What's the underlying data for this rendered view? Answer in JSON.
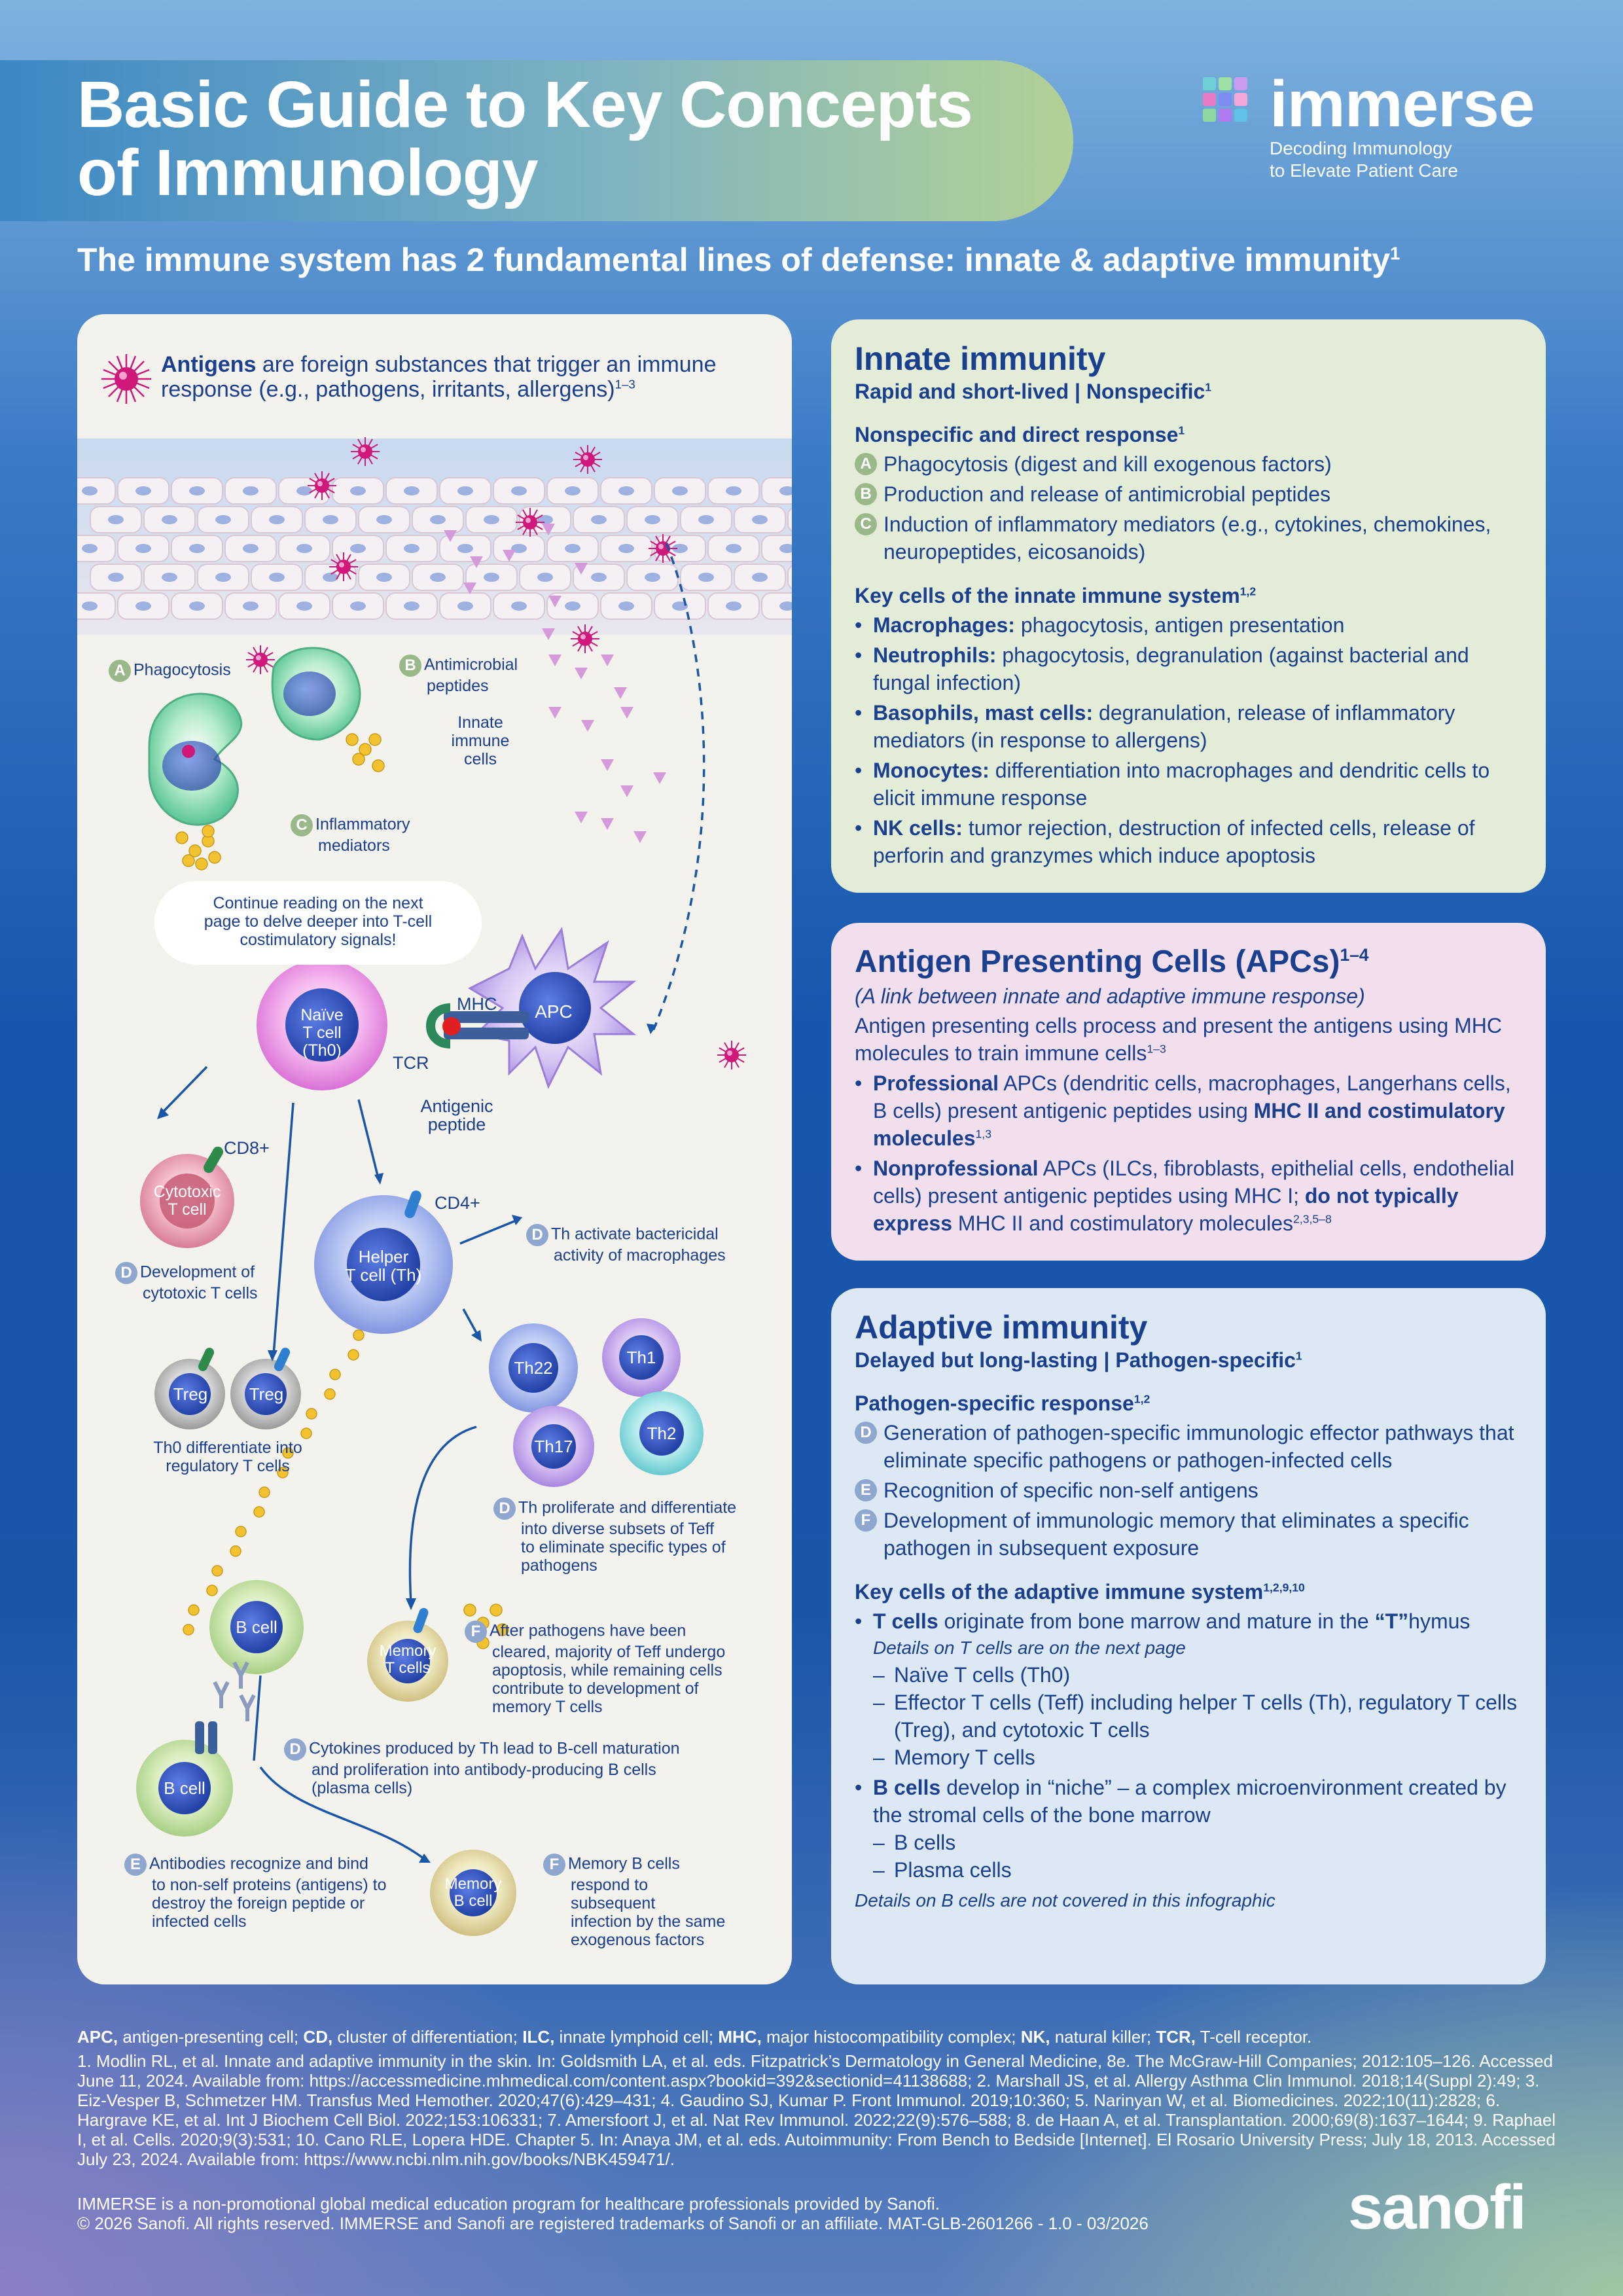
{
  "header": {
    "title_line1": "Basic Guide to Key Concepts",
    "title_line2": "of Immunology",
    "logo_word": "immerse",
    "logo_tag_line1": "Decoding Immunology",
    "logo_tag_line2": "to Elevate Patient Care",
    "subtitle": "The immune system has 2 fundamental lines of defense: innate & adaptive immunity",
    "subtitle_ref": "1"
  },
  "left": {
    "antigen_term": "Antigens",
    "antigen_text": " are foreign substances that trigger an immune response (e.g., pathogens, irritants, allergens)",
    "antigen_ref": "1–3",
    "labels": {
      "A": "A",
      "B": "B",
      "C": "C",
      "D": "D",
      "E": "E",
      "F": "F",
      "phagocytosis": "Phagocytosis",
      "antimicrobial_1": "Antimicrobial",
      "antimicrobial_2": "peptides",
      "innate_cells_1": "Innate",
      "innate_cells_2": "immune",
      "innate_cells_3": "cells",
      "inflammatory_1": "Inflammatory",
      "inflammatory_2": "mediators",
      "continue_1": "Continue reading on the next",
      "continue_2": "page to delve deeper into T-cell",
      "continue_3": "costimulatory signals!",
      "mhc": "MHC",
      "apc": "APC",
      "tcr": "TCR",
      "antigenic_1": "Antigenic",
      "antigenic_2": "peptide",
      "naive_1": "Naïve",
      "naive_2": "T cell",
      "naive_3": "(Th0)",
      "cd8": "CD8+",
      "cytotoxic_1": "Cytotoxic",
      "cytotoxic_2": "T cell",
      "cd4": "CD4+",
      "helper_1": "Helper",
      "helper_2": "T cell (Th)",
      "th_activate_1": "Th activate bactericidal",
      "th_activate_2": "activity of macrophages",
      "dev_cytotoxic_1": "Development of",
      "dev_cytotoxic_2": "cytotoxic T cells",
      "treg": "Treg",
      "th22": "Th22",
      "th1": "Th1",
      "th17": "Th17",
      "th2": "Th2",
      "th0_treg_1": "Th0 differentiate into",
      "th0_treg_2": "regulatory T cells",
      "th_prolif_1": "Th proliferate and differentiate",
      "th_prolif_2": "into diverse subsets of Teff",
      "th_prolif_3": "to eliminate specific types of",
      "th_prolif_4": "pathogens",
      "bcell": "B cell",
      "memory_t_1": "Memory",
      "memory_t_2": "T cells",
      "after_path_1": "After pathogens have been",
      "after_path_2": "cleared, majority of Teff undergo",
      "after_path_3": "apoptosis, while remaining cells",
      "after_path_4": "contribute to development of",
      "after_path_5": "memory T cells",
      "cytokines_1": "Cytokines produced by Th lead to B-cell maturation",
      "cytokines_2": "and proliferation into antibody-producing B cells",
      "cytokines_3": "(plasma cells)",
      "antibodies_1": "Antibodies recognize and bind",
      "antibodies_2": "to non-self proteins (antigens) to",
      "antibodies_3": "destroy the foreign peptide or",
      "antibodies_4": "infected cells",
      "memory_b_1": "Memory",
      "memory_b_2": "B cell",
      "memory_b_text_1": "Memory B cells",
      "memory_b_text_2": "respond to",
      "memory_b_text_3": "subsequent",
      "memory_b_text_4": "infection by the same",
      "memory_b_text_5": "exogenous factors"
    }
  },
  "innate": {
    "title": "Innate immunity",
    "subtitle": "Rapid and short-lived | Nonspecific",
    "subtitle_ref": "1",
    "h1": "Nonspecific and direct response",
    "h1_ref": "1",
    "items": [
      {
        "letter": "A",
        "text": "Phagocytosis (digest and kill exogenous factors)"
      },
      {
        "letter": "B",
        "text": "Production and release of antimicrobial peptides"
      },
      {
        "letter": "C",
        "text": "Induction of inflammatory mediators (e.g., cytokines, chemokines, neuropeptides, eicosanoids)"
      }
    ],
    "h2": "Key cells of the innate immune system",
    "h2_ref": "1,2",
    "cells": [
      {
        "name": "Macrophages:",
        "text": " phagocytosis, antigen presentation"
      },
      {
        "name": "Neutrophils:",
        "text": " phagocytosis, degranulation (against bacterial and fungal infection)"
      },
      {
        "name": "Basophils, mast cells:",
        "text": " degranulation, release of inflammatory mediators (in response to allergens)"
      },
      {
        "name": "Monocytes:",
        "text": " differentiation into macrophages and dendritic cells to elicit immune response"
      },
      {
        "name": "NK cells:",
        "text": " tumor rejection, destruction of infected cells, release of perforin and granzymes which induce apoptosis"
      }
    ]
  },
  "apc": {
    "title": "Antigen Presenting Cells (APCs)",
    "title_ref": "1–4",
    "italic": "(A link between innate and adaptive immune response)",
    "para": "Antigen presenting cells process and present the antigens using MHC molecules to train immune cells",
    "para_ref": "1–3",
    "b1_term": "Professional",
    "b1_text": " APCs (dendritic cells, macrophages, Langerhans cells, B cells) present antigenic peptides using ",
    "b1_bold": "MHC II and costimulatory molecules",
    "b1_ref": "1,3",
    "b2_term": "Nonprofessional",
    "b2_text": " APCs (ILCs, fibroblasts, epithelial cells, endothelial cells) present antigenic peptides using MHC I; ",
    "b2_bold": "do not typically express",
    "b2_tail": " MHC II and costimulatory molecules",
    "b2_ref": "2,3,5–8"
  },
  "adaptive": {
    "title": "Adaptive immunity",
    "subtitle": "Delayed but long-lasting | Pathogen-specific",
    "subtitle_ref": "1",
    "h1": "Pathogen-specific response",
    "h1_ref": "1,2",
    "items": [
      {
        "letter": "D",
        "text": "Generation of pathogen-specific immunologic effector pathways that eliminate specific pathogens or pathogen-infected cells"
      },
      {
        "letter": "E",
        "text": "Recognition of specific non-self antigens"
      },
      {
        "letter": "F",
        "text": "Development of immunologic memory that eliminates a specific pathogen in subsequent exposure"
      }
    ],
    "h2": "Key cells of the adaptive immune system",
    "h2_ref": "1,2,9,10",
    "tcell_term": "T cells",
    "tcell_text": " originate from bone marrow and mature in the ",
    "tcell_quote": "“T”",
    "tcell_tail": "hymus",
    "tcell_note": "Details on T cells are on the next page",
    "tcell_subs": [
      "Naïve T cells (Th0)",
      "Effector T cells (Teff) including helper T cells (Th), regulatory T cells (Treg), and cytotoxic T cells",
      "Memory T cells"
    ],
    "bcell_term": "B cells",
    "bcell_text": " develop in “niche” – a complex microenvironment created by the stromal cells of the bone marrow",
    "bcell_subs": [
      "B cells",
      "Plasma cells"
    ],
    "bcell_note": "Details on B cells are not covered in this infographic"
  },
  "footer": {
    "abbr": [
      {
        "term": "APC,",
        "def": " antigen-presenting cell; "
      },
      {
        "term": "CD,",
        "def": " cluster of differentiation; "
      },
      {
        "term": "ILC,",
        "def": " innate lymphoid cell; "
      },
      {
        "term": "MHC,",
        "def": " major histocompatibility complex; "
      },
      {
        "term": "NK,",
        "def": " natural killer; "
      },
      {
        "term": "TCR,",
        "def": " T-cell receptor."
      }
    ],
    "refs": "1. Modlin RL, et al. Innate and adaptive immunity in the skin. In: Goldsmith LA, et al. eds. Fitzpatrick’s Dermatology in General Medicine, 8e. The McGraw-Hill Companies; 2012:105–126. Accessed June 11, 2024. Available from: https://accessmedicine.mhmedical.com/content.aspx?bookid=392&sectionid=41138688; 2. Marshall JS, et al. Allergy Asthma Clin Immunol. 2018;14(Suppl 2):49; 3. Eiz-Vesper B, Schmetzer HM. Transfus Med Hemother. 2020;47(6):429–431; 4. Gaudino SJ, Kumar P. Front Immunol. 2019;10:360; 5. Narinyan W, et al. Biomedicines. 2022;10(11):2828; 6. Hargrave KE, et al. Int J Biochem Cell Biol. 2022;153:106331; 7. Amersfoort J, et al. Nat Rev Immunol. 2022;22(9):576–588; 8. de Haan A, et al. Transplantation. 2000;69(8):1637–1644; 9. Raphael I, et al. Cells. 2020;9(3):531; 10. Cano RLE, Lopera HDE. Chapter 5. In: Anaya JM, et al. eds. Autoimmunity: From Bench to Bedside [Internet]. El Rosario University Press; July 18, 2013. Accessed July 23, 2024. Available from: https://www.ncbi.nlm.nih.gov/books/NBK459471/.",
    "disclaimer_1": "IMMERSE is a non-promotional global medical education program for healthcare professionals provided by Sanofi.",
    "disclaimer_2": "© 2026 Sanofi. All rights reserved. IMMERSE and Sanofi are registered trademarks of Sanofi or an affiliate. MAT-GLB-2601266 - 1.0 - 03/2026",
    "brand": "sanofi"
  },
  "colors": {
    "navy": "#1a3f8f",
    "innate_bg": "#e3ecd6",
    "apc_bg": "#f1dfee",
    "adaptive_bg": "#dce8f3",
    "letter_green": "#9ab88a",
    "letter_blue": "#8fa6cf",
    "antigen_magenta": "#d0177a"
  }
}
